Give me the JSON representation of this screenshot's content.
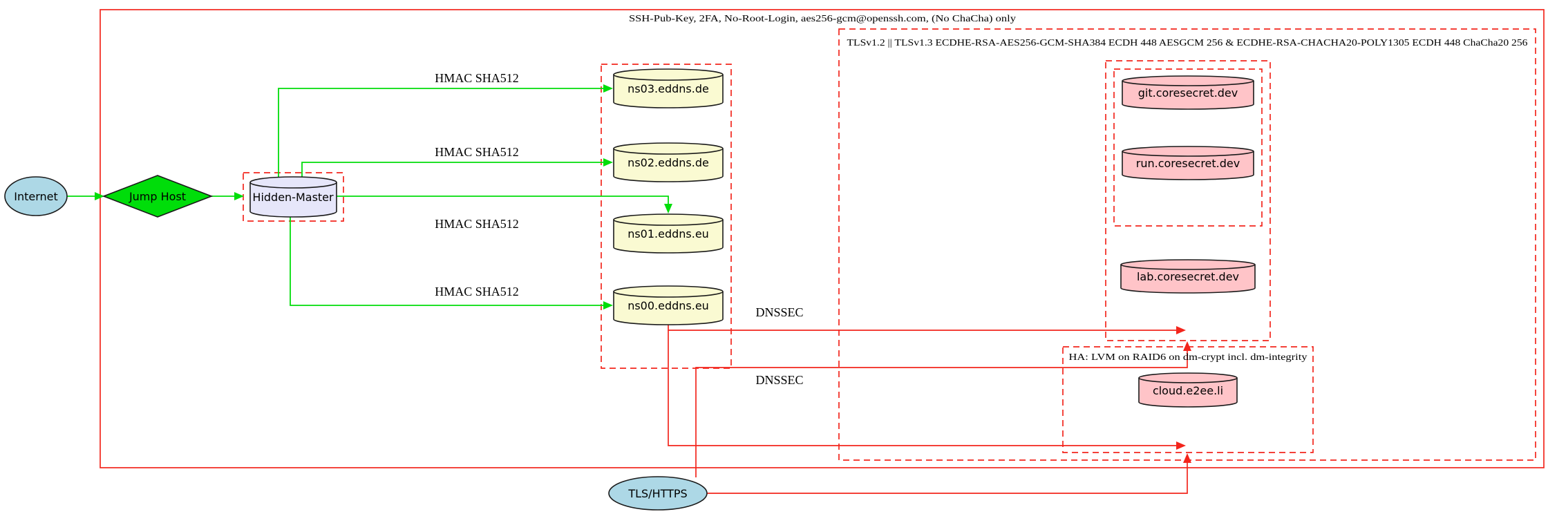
{
  "colors": {
    "red": "#f3251c",
    "green": "#00dd0a",
    "node_border": "#1a1a1a",
    "lavender": "#e6e6fa",
    "light_yellow": "#fafad2",
    "pink": "#ffc4c8",
    "light_blue": "#add8e6"
  },
  "clusters": {
    "ssh": {
      "label": "SSH-Pub-Key, 2FA, No-Root-Login, aes256-gcm@openssh.com, (No ChaCha) only"
    },
    "tls": {
      "label": "TLSv1.2 || TLSv1.3 ECDHE-RSA-AES256-GCM-SHA384 ECDH 448 AESGCM 256 & ECDHE-RSA-CHACHA20-POLY1305 ECDH 448 ChaCha20 256"
    },
    "ha": {
      "label": "HA: LVM on RAID6 on dm-crypt incl. dm-integrity"
    }
  },
  "nodes": {
    "internet": {
      "label": "Internet",
      "shape": "ellipse"
    },
    "jump_host": {
      "label": "Jump Host",
      "shape": "diamond"
    },
    "hidden_master": {
      "label": "Hidden-Master",
      "shape": "cylinder"
    },
    "ns03": {
      "label": "ns03.eddns.de",
      "shape": "cylinder"
    },
    "ns02": {
      "label": "ns02.eddns.de",
      "shape": "cylinder"
    },
    "ns01": {
      "label": "ns01.eddns.eu",
      "shape": "cylinder"
    },
    "ns00": {
      "label": "ns00.eddns.eu",
      "shape": "cylinder"
    },
    "git": {
      "label": "git.coresecret.dev",
      "shape": "cylinder"
    },
    "run": {
      "label": "run.coresecret.dev",
      "shape": "cylinder"
    },
    "lab": {
      "label": "lab.coresecret.dev",
      "shape": "cylinder"
    },
    "cloud": {
      "label": "cloud.e2ee.li",
      "shape": "cylinder"
    },
    "tls_https": {
      "label": "TLS/HTTPS",
      "shape": "ellipse"
    }
  },
  "edge_labels": {
    "hmac": "HMAC SHA512",
    "dnssec": "DNSSEC"
  }
}
